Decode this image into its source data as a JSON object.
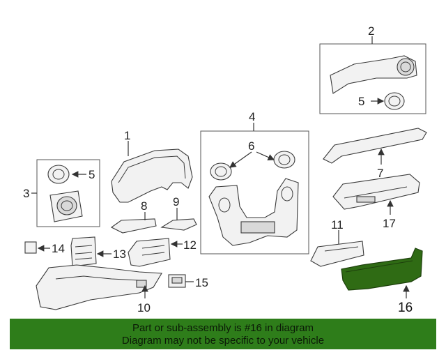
{
  "callouts": {
    "c1": "1",
    "c2": "2",
    "c3": "3",
    "c4": "4",
    "c5a": "5",
    "c5b": "5",
    "c6": "6",
    "c7": "7",
    "c8": "8",
    "c9": "9",
    "c10": "10",
    "c11": "11",
    "c12": "12",
    "c13": "13",
    "c14": "14",
    "c15": "15",
    "c16": "16",
    "c17": "17"
  },
  "banner": {
    "line1": "Part or sub-assembly is #16 in diagram",
    "line2": "Diagram may not be specific to your vehicle"
  },
  "colors": {
    "highlight_part": "#2f6b14",
    "banner_background": "#2e7d1a"
  }
}
